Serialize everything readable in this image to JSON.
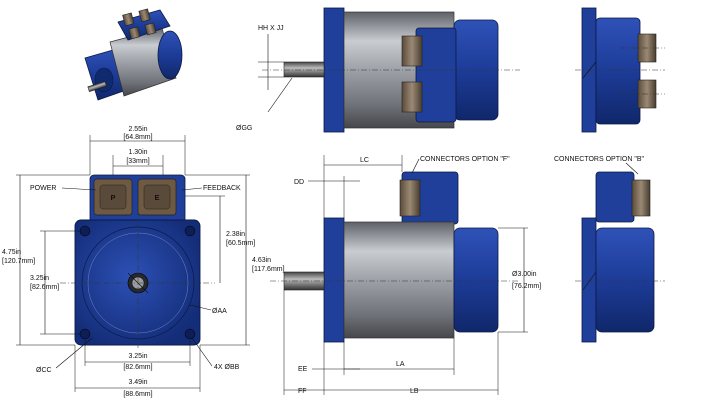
{
  "dimensions": {
    "a_in": "2.55in",
    "a_mm": "[64.8mm]",
    "b_in": "1.30in",
    "b_mm": "[33mm]",
    "c_in": "4.75in",
    "c_mm": "[120.7mm]",
    "d_in": "3.25in",
    "d_mm": "[82.6mm]",
    "e_in": "2.38in",
    "e_mm": "[60.5mm]",
    "f_in": "4.63in",
    "f_mm": "[117.6mm]",
    "g_in": "3.25in",
    "g_mm": "[82.6mm]",
    "h_in": "3.49in",
    "h_mm": "[88.6mm]",
    "j_in": "Ø3.00in",
    "j_mm": "[76.2mm]"
  },
  "labels": {
    "power": "POWER",
    "feedback": "FEEDBACK",
    "conn_p": "P",
    "conn_e": "E",
    "cc": "ØCC",
    "aa": "ØAA",
    "bb": "4X ØBB",
    "hhjj": "HH X JJ",
    "gg": "ØGG",
    "lc": "LC",
    "dd": "DD",
    "ee": "EE",
    "ff": "FF",
    "la": "LA",
    "lb": "LB",
    "conn_opt_f": "CONNECTORS OPTION \"F\"",
    "conn_opt_b": "CONNECTORS OPTION \"B\""
  }
}
